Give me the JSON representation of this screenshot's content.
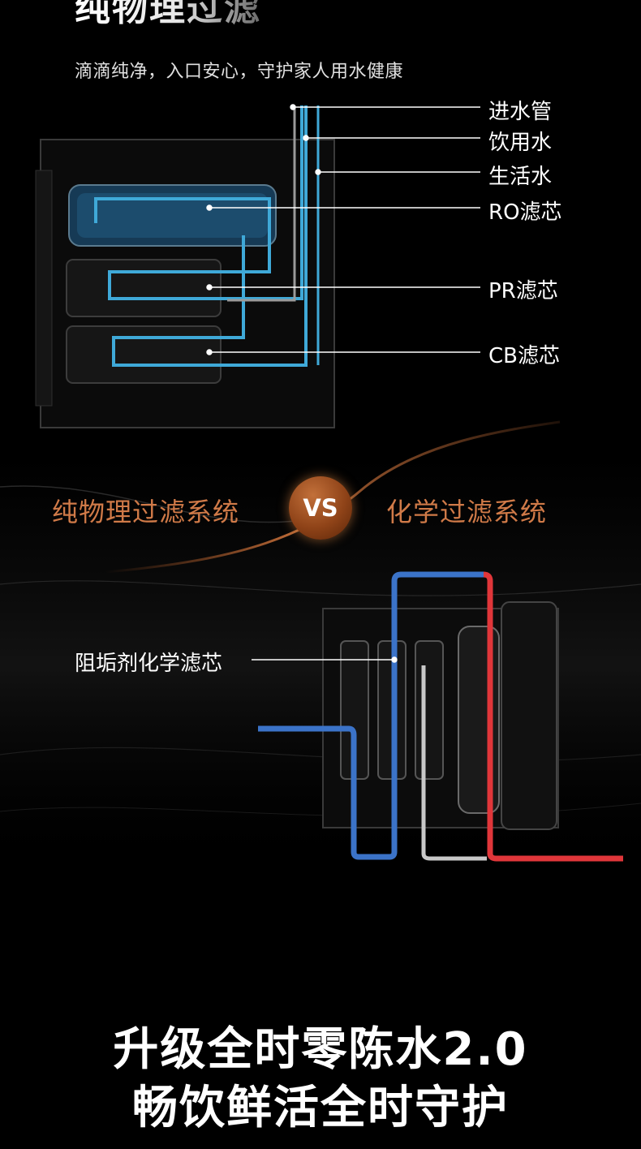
{
  "header": {
    "title": "纯物理过滤",
    "subtitle": "滴滴纯净，入口安心，守护家人用水健康"
  },
  "diagram_top": {
    "labels": {
      "inlet": "进水管",
      "drinking": "饮用水",
      "domestic": "生活水",
      "ro": "RO滤芯",
      "pr": "PR滤芯",
      "cb": "CB滤芯"
    }
  },
  "comparison": {
    "left": "纯物理过滤系统",
    "vs": "VS",
    "right": "化学过滤系统"
  },
  "diagram_bottom": {
    "label": "阻垢剂化学滤芯"
  },
  "footer": {
    "line1": "升级全时零陈水2.0",
    "line2": "畅饮鲜活全时守护"
  },
  "colors": {
    "accent": "#d07a48",
    "pipe_blue": "#3fa9d8",
    "pipe_red": "#e0363a",
    "background": "#000000"
  }
}
